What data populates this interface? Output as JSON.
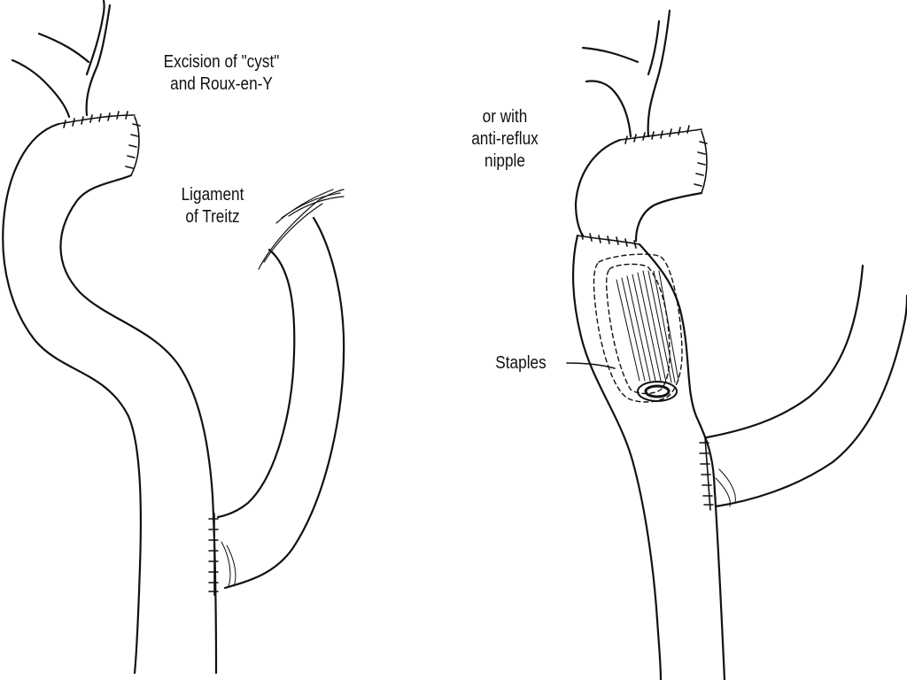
{
  "left_panel": {
    "label_procedure": [
      "Excision of \"cyst\"",
      "and Roux-en-Y"
    ],
    "label_ligament": [
      "Ligament",
      "of Treitz"
    ]
  },
  "right_panel": {
    "label_variant": [
      "or with",
      "anti-reflux",
      "nipple"
    ],
    "label_staples": "Staples"
  },
  "colors": {
    "line": "#111111",
    "background": "#ffffff"
  }
}
